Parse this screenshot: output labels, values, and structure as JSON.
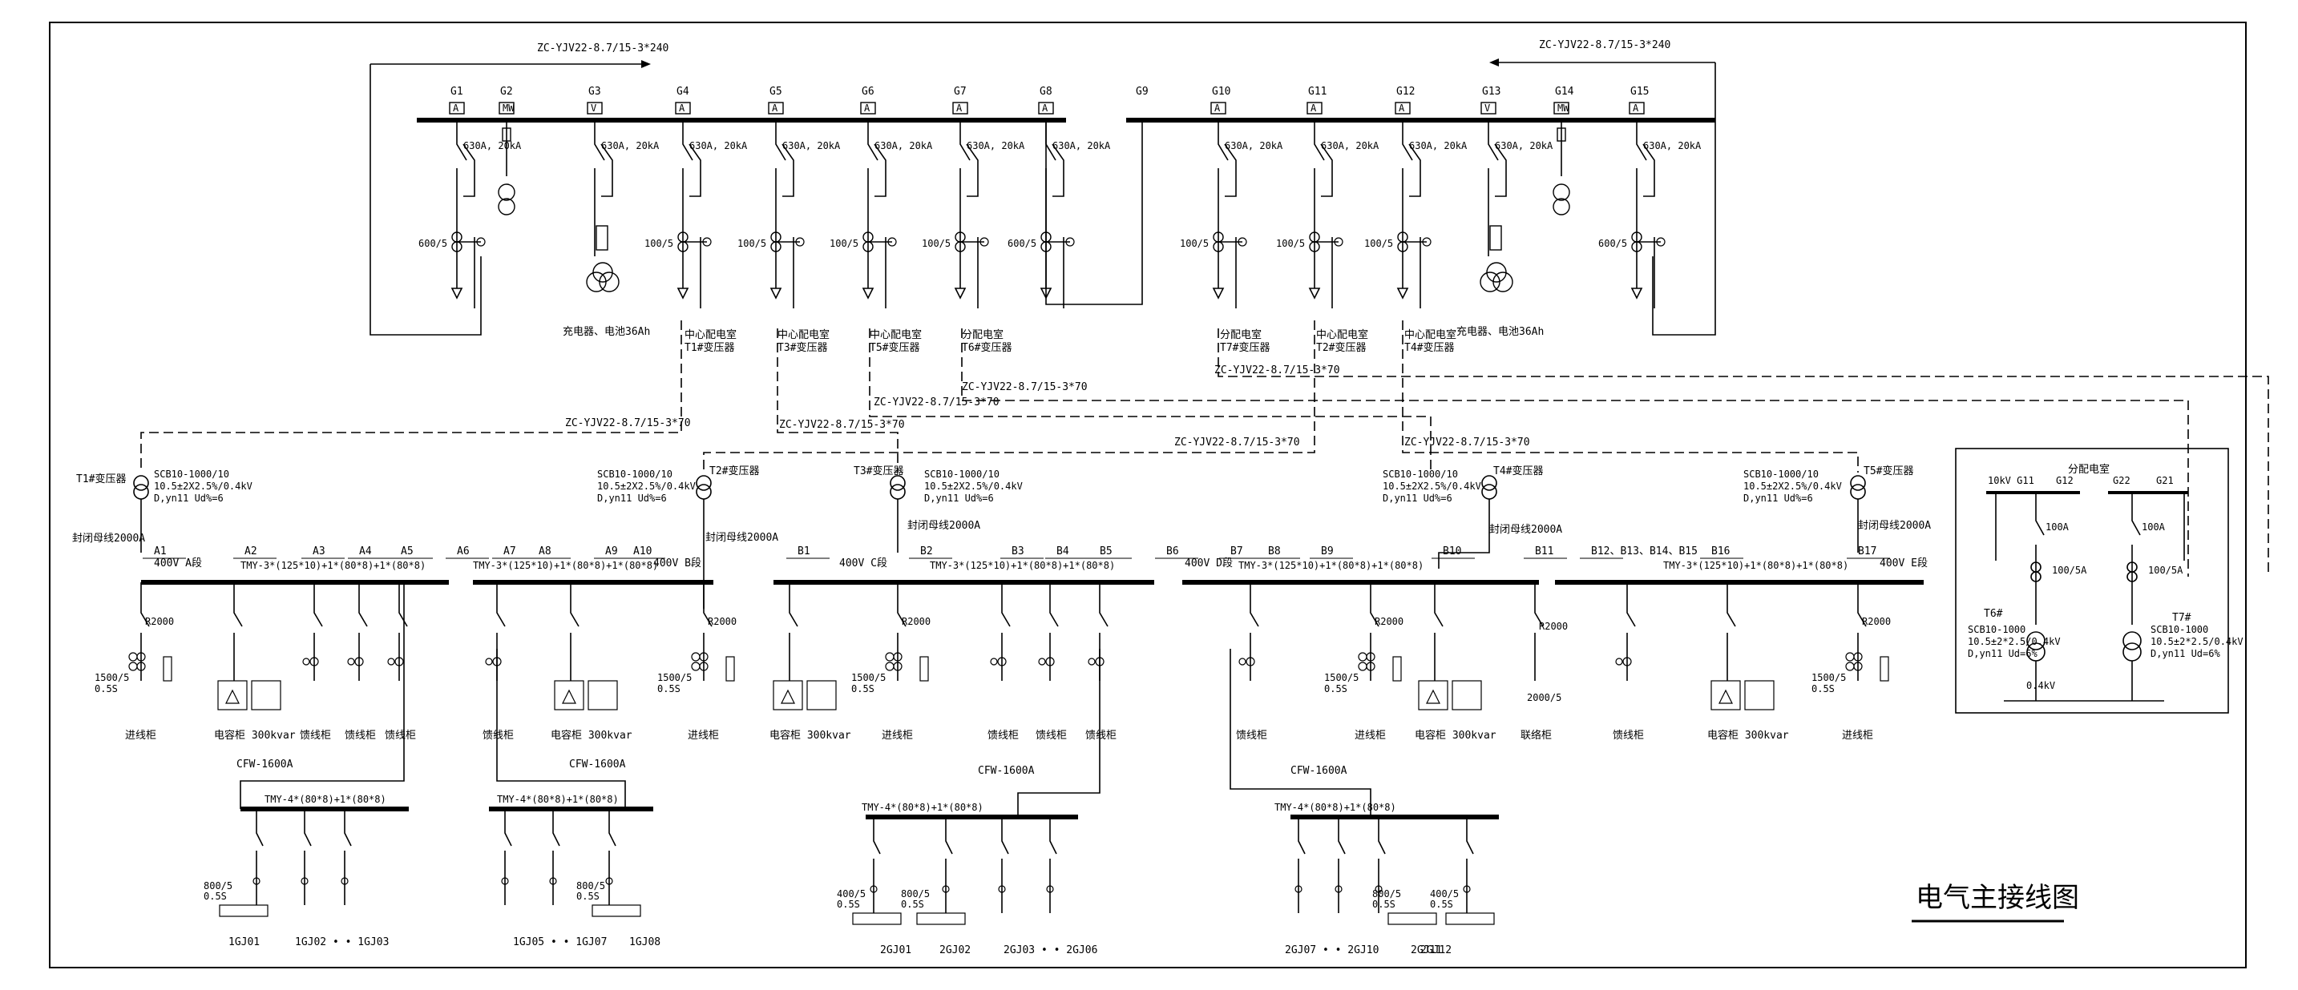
{
  "title": "电气主接线图",
  "hv": {
    "cable_left": "ZC-YJV22-8.7/15-3*240",
    "cable_right": "ZC-YJV22-8.7/15-3*240",
    "panels": [
      {
        "id": "G1",
        "badge": "A",
        "breaker": "630A, 20kA",
        "ct": "600/5"
      },
      {
        "id": "G2",
        "badge": "MW",
        "breaker": "",
        "ct": ""
      },
      {
        "id": "G3",
        "badge": "V",
        "breaker": "630A, 20kA",
        "ct": "",
        "note": "充电器、电池36Ah"
      },
      {
        "id": "G4",
        "badge": "A",
        "breaker": "630A, 20kA",
        "ct": "100/5",
        "note_lines": [
          "中心配电室",
          "T1#变压器"
        ]
      },
      {
        "id": "G5",
        "badge": "A",
        "breaker": "630A, 20kA",
        "ct": "100/5",
        "note_lines": [
          "中心配电室",
          "T3#变压器"
        ]
      },
      {
        "id": "G6",
        "badge": "A",
        "breaker": "630A, 20kA",
        "ct": "100/5",
        "note_lines": [
          "中心配电室",
          "T5#变压器"
        ]
      },
      {
        "id": "G7",
        "badge": "A",
        "breaker": "630A, 20kA",
        "ct": "100/5",
        "note_lines": [
          "分配电室",
          "T6#变压器"
        ]
      },
      {
        "id": "G8",
        "badge": "A",
        "breaker": "630A, 20kA",
        "ct": "600/5"
      },
      {
        "id": "G9",
        "badge": "",
        "breaker": "",
        "ct": ""
      },
      {
        "id": "G10",
        "badge": "A",
        "breaker": "630A, 20kA",
        "ct": "100/5",
        "note_lines": [
          "分配电室",
          "T7#变压器"
        ]
      },
      {
        "id": "G11",
        "badge": "A",
        "breaker": "630A, 20kA",
        "ct": "100/5",
        "note_lines": [
          "中心配电室",
          "T2#变压器"
        ]
      },
      {
        "id": "G12",
        "badge": "A",
        "breaker": "630A, 20kA",
        "ct": "100/5",
        "note_lines": [
          "中心配电室",
          "T4#变压器"
        ]
      },
      {
        "id": "G13",
        "badge": "V",
        "breaker": "630A, 20kA",
        "ct": "",
        "note": "充电器、电池36Ah"
      },
      {
        "id": "G14",
        "badge": "MW",
        "breaker": "",
        "ct": ""
      },
      {
        "id": "G15",
        "badge": "A",
        "breaker": "630A, 20kA",
        "ct": "600/5"
      }
    ],
    "cable_labels": [
      "ZC-YJV22-8.7/15-3*70",
      "ZC-YJV22-8.7/15-3*70",
      "ZC-YJV22-8.7/15-3*70",
      "ZC-YJV22-8.7/15-3*70",
      "ZC-YJV22-8.7/15-3*70",
      "ZC-YJV22-8.7/15-3*70",
      "ZC-YJV22-8.7/15-3*70"
    ]
  },
  "transformers": {
    "t1": {
      "name": "T1#变压器",
      "busduct": "封闭母线2000A"
    },
    "t2": {
      "name": "T2#变压器",
      "spec": [
        "SCB10-1000/10",
        "10.5±2X2.5%/0.4kV",
        "D,yn11  Ud%=6"
      ],
      "busduct": "封闭母线2000A"
    },
    "t3": {
      "name": "T3#变压器",
      "spec": [
        "SCB10-1000/10",
        "10.5±2X2.5%/0.4kV",
        "D,yn11  Ud%=6"
      ],
      "busduct": "封闭母线2000A"
    },
    "t4": {
      "name": "T4#变压器",
      "spec": [
        "SCB10-1000/10",
        "10.5±2X2.5%/0.4kV",
        "D,yn11  Ud%=6"
      ],
      "busduct": "封闭母线2000A"
    },
    "t5": {
      "name": "T5#变压器",
      "spec": [
        "SCB10-1000/10",
        "10.5±2X2.5%/0.4kV",
        "D,yn11  Ud%=6"
      ],
      "busduct": "封闭母线2000A"
    },
    "t1_spec": [
      "SCB10-1000/10",
      "10.5±2X2.5%/0.4kV",
      "D,yn11  Ud%=6"
    ]
  },
  "lv": {
    "sections": [
      {
        "name": "400V A段",
        "panels": [
          "A1",
          "A2",
          "A3",
          "A4",
          "A5"
        ],
        "bus": "TMY-3*(125*10)+1*(80*8)+1*(80*8)"
      },
      {
        "name": "400V B段",
        "panels": [
          "A6",
          "A7",
          "A8",
          "A9",
          "A10"
        ],
        "bus": "TMY-3*(125*10)+1*(80*8)+1*(80*8)"
      },
      {
        "name": "400V C段",
        "panels": [
          "B1",
          "B2",
          "B3",
          "B4",
          "B5"
        ],
        "bus": "TMY-3*(125*10)+1*(80*8)+1*(80*8)"
      },
      {
        "name": "400V D段",
        "panels": [
          "B6",
          "B7",
          "B8",
          "B9",
          "B10",
          "B11"
        ],
        "bus": "TMY-3*(125*10)+1*(80*8)+1*(80*8)"
      },
      {
        "name": "400V E段",
        "panels": [
          "B12、B13、B14、B15",
          "B16",
          "B17"
        ],
        "bus": "TMY-3*(125*10)+1*(80*8)+1*(80*8)"
      }
    ],
    "labels": {
      "incoming": "进线柜",
      "capacitor": "电容柜 300kvar",
      "feeder": "馈线柜",
      "tie": "联络柜",
      "ct_in": [
        "1500/5",
        "0.5S"
      ],
      "ct_tie": "2000/5",
      "r2000": "R2000"
    },
    "sub": [
      {
        "cfw": "CFW-1600A",
        "bus": "TMY-4*(80*8)+1*(80*8)",
        "cts": [
          [
            "800/5",
            "0.5S"
          ]
        ],
        "outs": [
          "1GJ01",
          "1GJ02 • • 1GJ03"
        ]
      },
      {
        "cfw": "CFW-1600A",
        "bus": "TMY-4*(80*8)+1*(80*8)",
        "cts": [
          [
            "800/5",
            "0.5S"
          ]
        ],
        "outs": [
          "1GJ05 • • 1GJ07",
          "1GJ08"
        ]
      },
      {
        "cfw": "CFW-1600A",
        "bus": "TMY-4*(80*8)+1*(80*8)",
        "cts": [
          [
            "400/5",
            "0.5S"
          ],
          [
            "800/5",
            "0.5S"
          ]
        ],
        "outs": [
          "2GJ01",
          "2GJ02",
          "2GJ03 • • 2GJ06"
        ]
      },
      {
        "cfw": "CFW-1600A",
        "bus": "TMY-4*(80*8)+1*(80*8)",
        "cts": [
          [
            "800/5",
            "0.5S"
          ],
          [
            "400/5",
            "0.5S"
          ]
        ],
        "outs": [
          "2GJ07 • • 2GJ10",
          "2GJ11",
          "2GJ12"
        ]
      }
    ]
  },
  "sub_room": {
    "title": "分配电室",
    "left_label": "10kV G11",
    "left_id": "G12",
    "right_id1": "G22",
    "right_id2": "G21",
    "breaker": "100A",
    "ct": "100/5A",
    "t6": {
      "name": "T6#",
      "spec": [
        "SCB10-1000",
        "10.5±2*2.5/0.4kV",
        "D,yn11  Ud=6%"
      ]
    },
    "t7": {
      "name": "T7#",
      "spec": [
        "SCB10-1000",
        "10.5±2*2.5/0.4kV",
        "D,yn11  Ud=6%"
      ]
    },
    "lv": "0.4kV"
  }
}
